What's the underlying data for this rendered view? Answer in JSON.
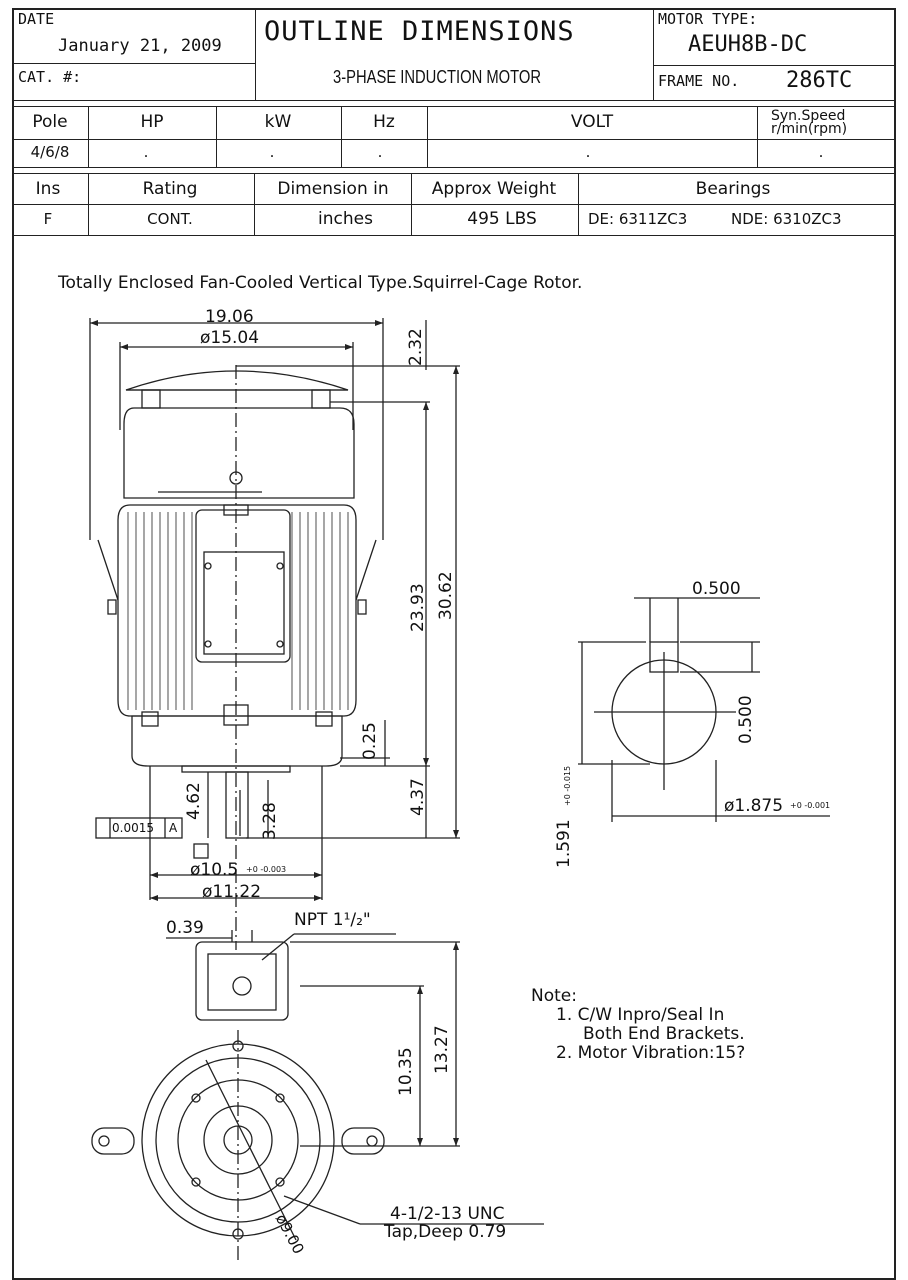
{
  "title_block": {
    "date_label": "DATE",
    "date_value": "January 21, 2009",
    "cat_label": "CAT. #:",
    "title": "OUTLINE DIMENSIONS",
    "subtitle": "3-PHASE INDUCTION MOTOR",
    "motor_type_label": "MOTOR TYPE:",
    "motor_type_value": "AEUH8B-DC",
    "frame_label": "FRAME NO.",
    "frame_value": "286TC"
  },
  "spec_row1": {
    "headers": [
      "Pole",
      "HP",
      "kW",
      "Hz",
      "VOLT",
      "Syn.Speed r/min(rpm)"
    ],
    "values": [
      "4/6/8",
      ".",
      ".",
      ".",
      ".",
      "."
    ]
  },
  "spec_row2": {
    "headers": [
      "Ins",
      "Rating",
      "Dimension in",
      "Approx Weight",
      "Bearings"
    ],
    "values": [
      "F",
      "CONT.",
      "inches",
      "495 LBS",
      "DE: 6311ZC3",
      "NDE: 6310ZC3"
    ]
  },
  "description": "Totally Enclosed Fan-Cooled Vertical Type.Squirrel-Cage Rotor.",
  "dimensions": {
    "overall_width": "19.06",
    "fan_cover_dia": "ø15.04",
    "top_offset": "2.32",
    "body_height": "23.93",
    "overall_height": "30.62",
    "flange_thk": "0.25",
    "shaft_ext": "4.37",
    "shaft_len": "4.62",
    "shaft_key": "3.28",
    "tolerance_box": "0.0015",
    "datum": "A",
    "pilot_dia": "ø10.5",
    "pilot_tol": "+0 -0.003",
    "flange_dia": "ø11.22",
    "key_width": "0.500",
    "key_depth": "0.500",
    "shaft_dia": "ø1.875",
    "shaft_tol": "+0 -0.001",
    "key_seat": "1.591",
    "key_seat_tol": "+0 -0.015",
    "conduit_offset": "0.39",
    "npt": "NPT 1¹/₂\"",
    "conduit_h1": "10.35",
    "conduit_h2": "13.27",
    "bolt_circle": "ø9.00",
    "tap_spec": "4-1/2-13 UNC",
    "tap_depth": "Tap,Deep 0.79"
  },
  "notes": {
    "heading": "Note:",
    "items": [
      "1. C/W Inpro/Seal In",
      "Both End Brackets.",
      "2. Motor Vibration:15?"
    ]
  },
  "colors": {
    "line": "#222222",
    "background": "#ffffff"
  }
}
